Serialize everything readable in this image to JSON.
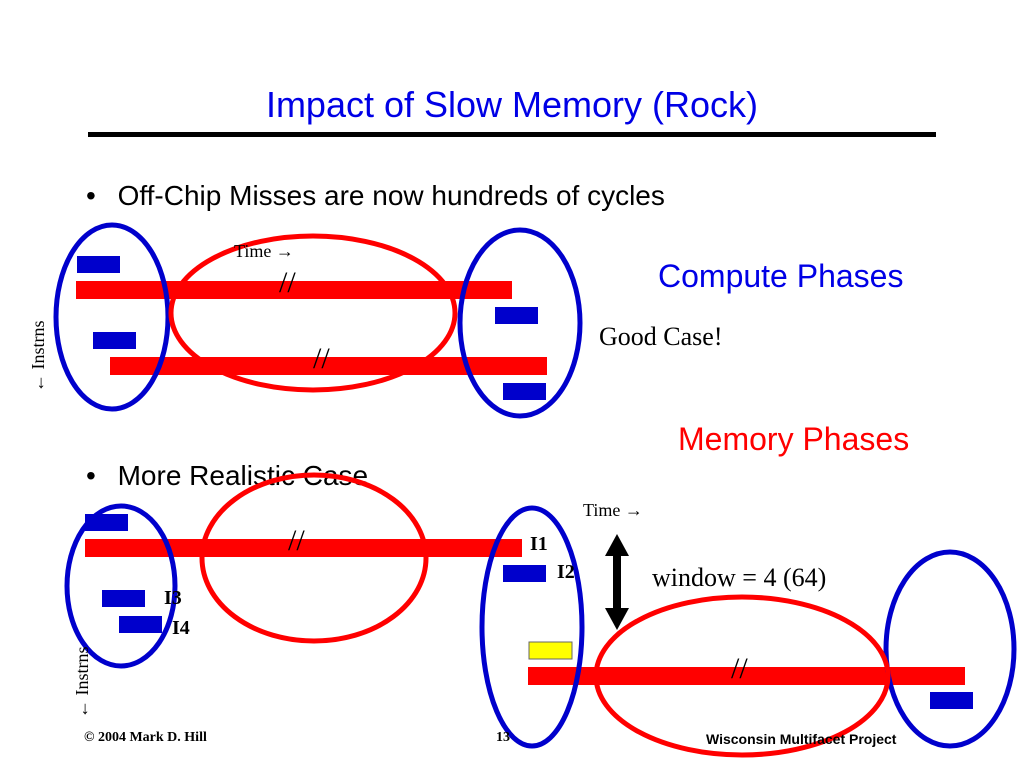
{
  "slide": {
    "title": "Impact of Slow Memory (Rock)",
    "bullets": [
      "Off-Chip Misses are now hundreds of cycles",
      "More Realistic Case"
    ]
  },
  "diagram_top": {
    "time_label": "Time →",
    "instrns_label": "← Instrns",
    "break_marks": [
      "//",
      "//"
    ],
    "good_case": "Good Case!",
    "compute_phases": "Compute Phases",
    "compute_color": "#0000e6"
  },
  "diagram_bottom": {
    "memory_phases": "Memory Phases",
    "memory_color": "#ff0000",
    "time_label": "Time →",
    "instrns_label": "← Instrns",
    "break_marks": [
      "//",
      "//"
    ],
    "labels": {
      "i1": "I1",
      "i2": "I2",
      "i3": "I3",
      "i4": "I4"
    },
    "window_text": "window = 4 (64)"
  },
  "footer": {
    "copyright": "© 2004 Mark D. Hill",
    "page_number": "13",
    "project": "Wisconsin Multifacet Project"
  },
  "colors": {
    "bar_red": "#ff0000",
    "block_blue": "#0000cc",
    "ellipse_blue": "#0000cc",
    "ellipse_red": "#ff0000",
    "highlight_yellow": "#ffff00"
  }
}
